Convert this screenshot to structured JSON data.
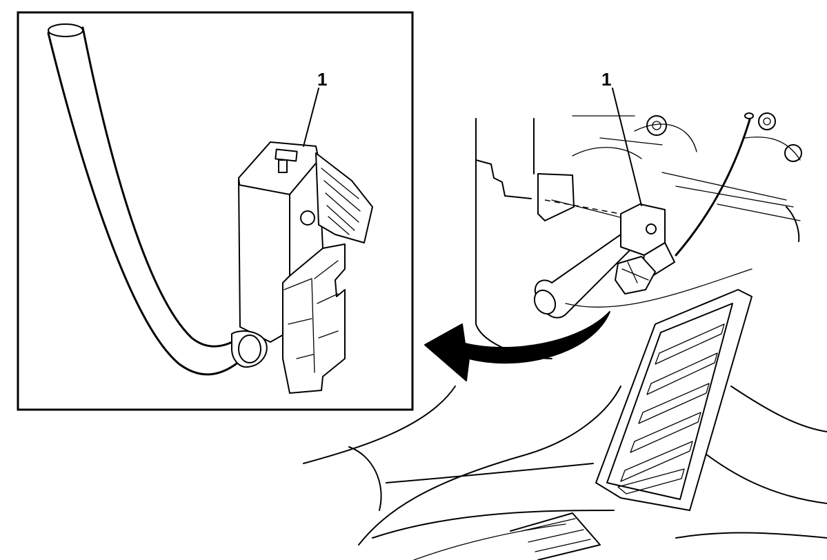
{
  "figure": {
    "inset_callout": "1",
    "main_callout": "1",
    "colors": {
      "line": "#000000",
      "background": "#ffffff"
    },
    "parts": [
      "inset-frame",
      "cable",
      "connector",
      "lever",
      "sensor-module",
      "removal-arrow",
      "floor-vent",
      "console"
    ]
  }
}
